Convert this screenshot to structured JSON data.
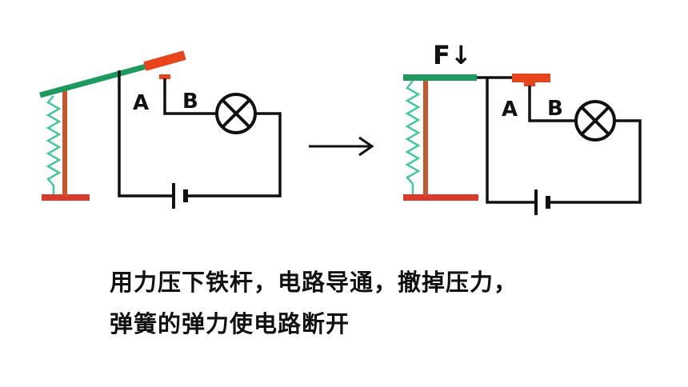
{
  "diagrams": {
    "before": {
      "terminal_a": "A",
      "terminal_b": "B"
    },
    "after": {
      "force_label": "F↓",
      "terminal_a": "A",
      "terminal_b": "B"
    }
  },
  "caption": {
    "line1": "用力压下铁杆，电路导通，撤掉压力，",
    "line2": "弹簧的弹力使电路断开"
  },
  "colors": {
    "lever": "#1e9a5f",
    "contact_pad": "#e8451d",
    "post": "#c8552d",
    "base": "#d93a2a",
    "spring": "#45c8a0",
    "wire": "#111111"
  }
}
